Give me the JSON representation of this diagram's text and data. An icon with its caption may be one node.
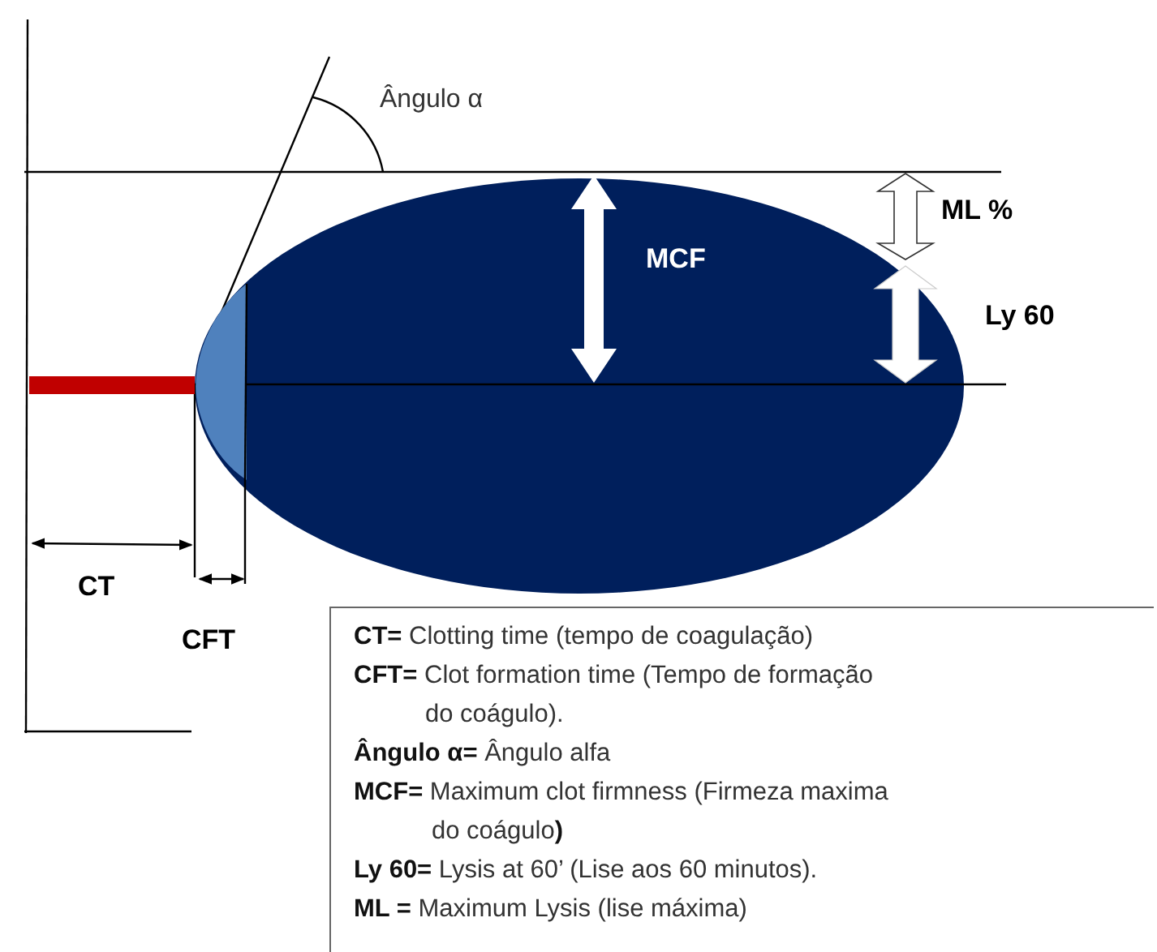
{
  "diagram": {
    "nodes": [
      {
        "text": [
          "**CT=** Clotting time (tempo de coagulação)",
          "**CFT=** Clot formation time (Tempo de formação do coágulo).",
          "**Ângulo α=** Ângulo alfa",
          "**MCF=** Maximum clot firmness (Firmeza maxima do coágulo**)**",
          "**Ly 60=** Lysis at 60’ (Lise aos 60 minutos).",
          "**ML =** Maximum Lysis (lise máxima)"
        ]
      }
    ],
    "labels": [
      "Ângulo α",
      "MCF",
      "ML %",
      "Ly 60",
      "CT",
      "CFT"
    ]
  }
}
